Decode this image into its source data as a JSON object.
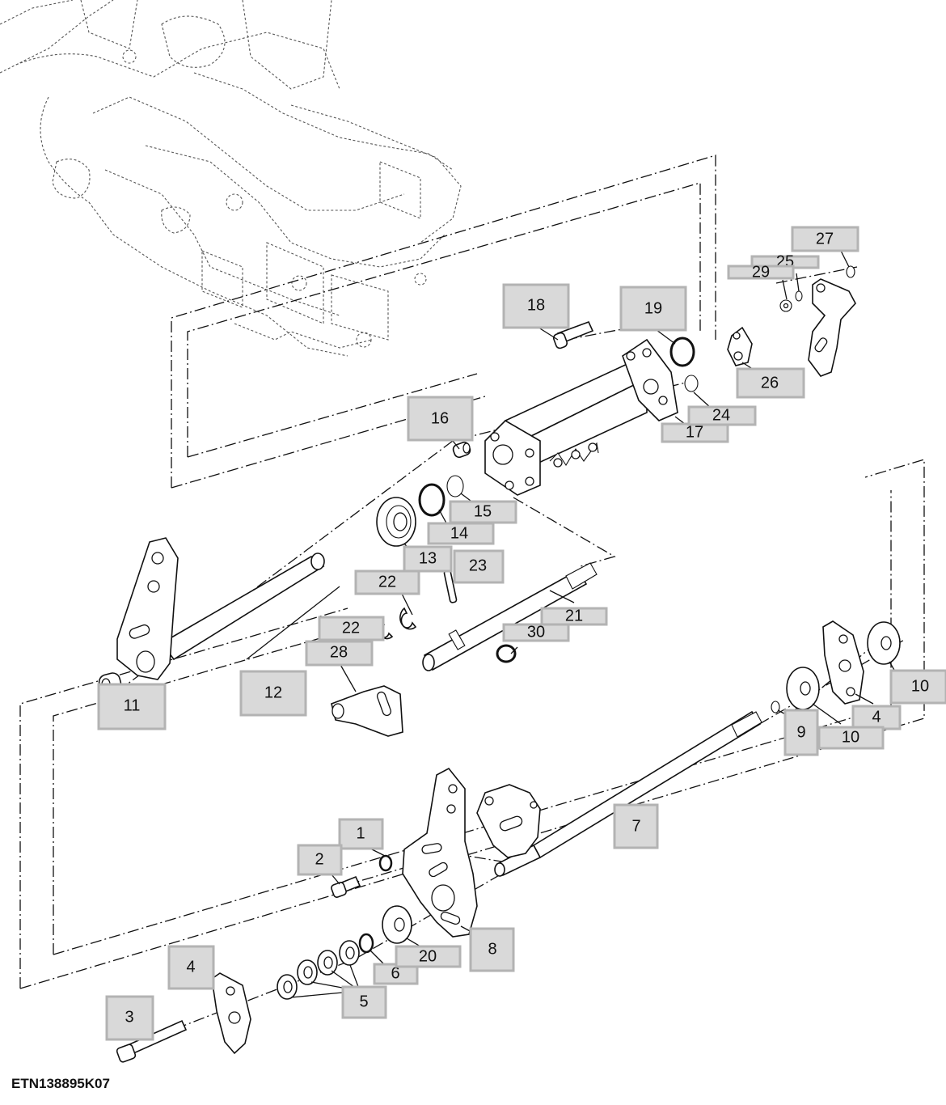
{
  "figure_id": "ETN138895K07",
  "callouts": {
    "c1": "1",
    "c2": "2",
    "c3": "3",
    "c4a": "4",
    "c4b": "4",
    "c5": "5",
    "c6": "6",
    "c7": "7",
    "c8": "8",
    "c9": "9",
    "c10a": "10",
    "c10b": "10",
    "c11": "11",
    "c12": "12",
    "c13": "13",
    "c14": "14",
    "c15": "15",
    "c16": "16",
    "c17": "17",
    "c18": "18",
    "c19": "19",
    "c20": "20",
    "c21": "21",
    "c22a": "22",
    "c22b": "22",
    "c23": "23",
    "c24": "24",
    "c25": "25",
    "c26": "26",
    "c27": "27",
    "c28": "28",
    "c29": "29",
    "c30": "30"
  }
}
